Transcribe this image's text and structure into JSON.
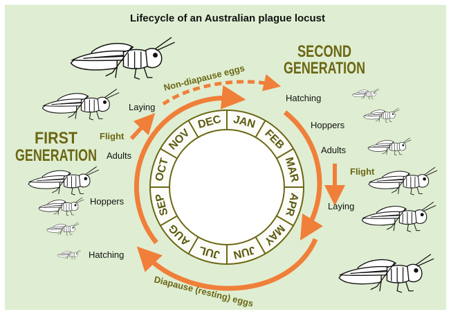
{
  "title": "Lifecycle of an Australian plague locust",
  "colors": {
    "background": "#dfeed2",
    "arrow": "#f07f3a",
    "ring": "#6b6614",
    "generation_text": "#6b6614"
  },
  "first_generation": {
    "line1": "FIRST",
    "line2": "GENERATION",
    "flight": "Flight",
    "adults": "Adults",
    "laying": "Laying",
    "hoppers": "Hoppers",
    "hatching": "Hatching"
  },
  "second_generation": {
    "line1": "SECOND",
    "line2": "GENERATION",
    "hatching": "Hatching",
    "hoppers": "Hoppers",
    "adults": "Adults",
    "flight": "Flight",
    "laying": "Laying"
  },
  "non_diapause_eggs": "Non-diapause eggs",
  "diapause_eggs": "Diapause (resting) eggs",
  "months": [
    "JAN",
    "FEB",
    "MAR",
    "APR",
    "MAY",
    "JUN",
    "JUL",
    "AUG",
    "SEP",
    "OCT",
    "NOV",
    "DEC"
  ]
}
